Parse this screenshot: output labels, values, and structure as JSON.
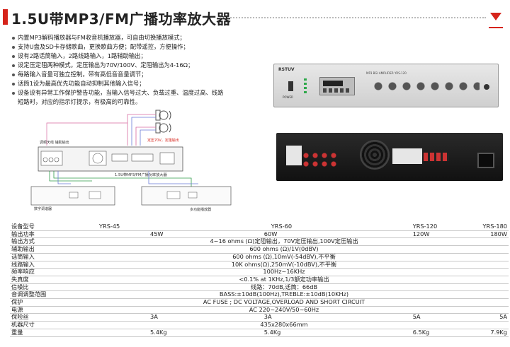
{
  "header": {
    "title": "1.5U带MP3/FM广播功率放大器"
  },
  "features": [
    "内置MP3解码播放器与FM收音机播放器，可自由切换播放模式；",
    "支持U盘及SD卡存储歌曲，更换歌曲方便；配带遥控，方便操作；",
    "设有2路话筒输入，2路线路输入，1路辅助输出；",
    "设定压定阻两种模式，定压输出为70V/100V、定阻输出为4-16Ω；",
    "每路输入音量可独立控制，带有高低音音量调节；",
    "话筒1设为最高优先功能自动抑制其他输入信号；",
    "设备设有异常工作保护警告功能，当输入信号过大、负载过重、温度过高、线路",
    "短路时，对应的指示灯提示，有极高的可靠性。"
  ],
  "diagram": {
    "amp_label": "1.5U带MP3/FM广播功率放大器",
    "input_label": "调频天线   辅助输出",
    "speaker_label": "定压70V，定阻输出",
    "left_device_label": "数字调谐器",
    "right_device_label": "多功能播放器"
  },
  "front_panel": {
    "brand": "RSTUV",
    "model_text": "MP3 BGI AMPLIFIER   YRS-120",
    "power_label": "POWER"
  },
  "table": {
    "header_label": "设备型号",
    "models": [
      "YRS-45",
      "YRS-60",
      "YRS-120",
      "YRS-180"
    ],
    "rows": [
      {
        "label": "输出功率",
        "values": [
          "45W",
          "60W",
          "120W",
          "180W"
        ]
      },
      {
        "label": "输出方式",
        "merged": "4~16  ohms  (Ω)定阻输出，70V定压输出,100V定压输出"
      },
      {
        "label": "辅助输出",
        "merged": "600  ohms  (Ω)/1V(0dBV)"
      },
      {
        "label": "话筒输入",
        "merged": "600  ohms  (Ω),10mV(-54dBV),不平衡"
      },
      {
        "label": "线路输入",
        "merged": "10K ohms(Ω),250mV(-10dBV),不平衡"
      },
      {
        "label": "频率响应",
        "merged": "100Hz~16KHz"
      },
      {
        "label": "失真度",
        "merged": "<0.1%   at 1KHz,1/3额定功率输出"
      },
      {
        "label": "信噪比",
        "merged": "线路：70dB,话筒：66dB"
      },
      {
        "label": "音调调整范围",
        "merged": "BASS:±10dB(100Hz),TREBLE:±10dB(10KHz)"
      },
      {
        "label": "保护",
        "merged": "AC FUSE ; DC VOLTAGE,OVERLOAD AND SHORT CIRCUIT"
      },
      {
        "label": "电源",
        "merged": "AC 220~240V/50~60Hz"
      },
      {
        "label": "保险丝",
        "values": [
          "3A",
          "3A",
          "5A",
          "5A"
        ]
      },
      {
        "label": "机器尺寸",
        "merged": "435x280x66mm"
      },
      {
        "label": "重量",
        "values": [
          "5.4Kg",
          "5.4Kg",
          "6.5Kg",
          "7.9Kg"
        ]
      }
    ]
  },
  "colors": {
    "accent": "#d6241b",
    "device_body": "#1b1b1b"
  }
}
